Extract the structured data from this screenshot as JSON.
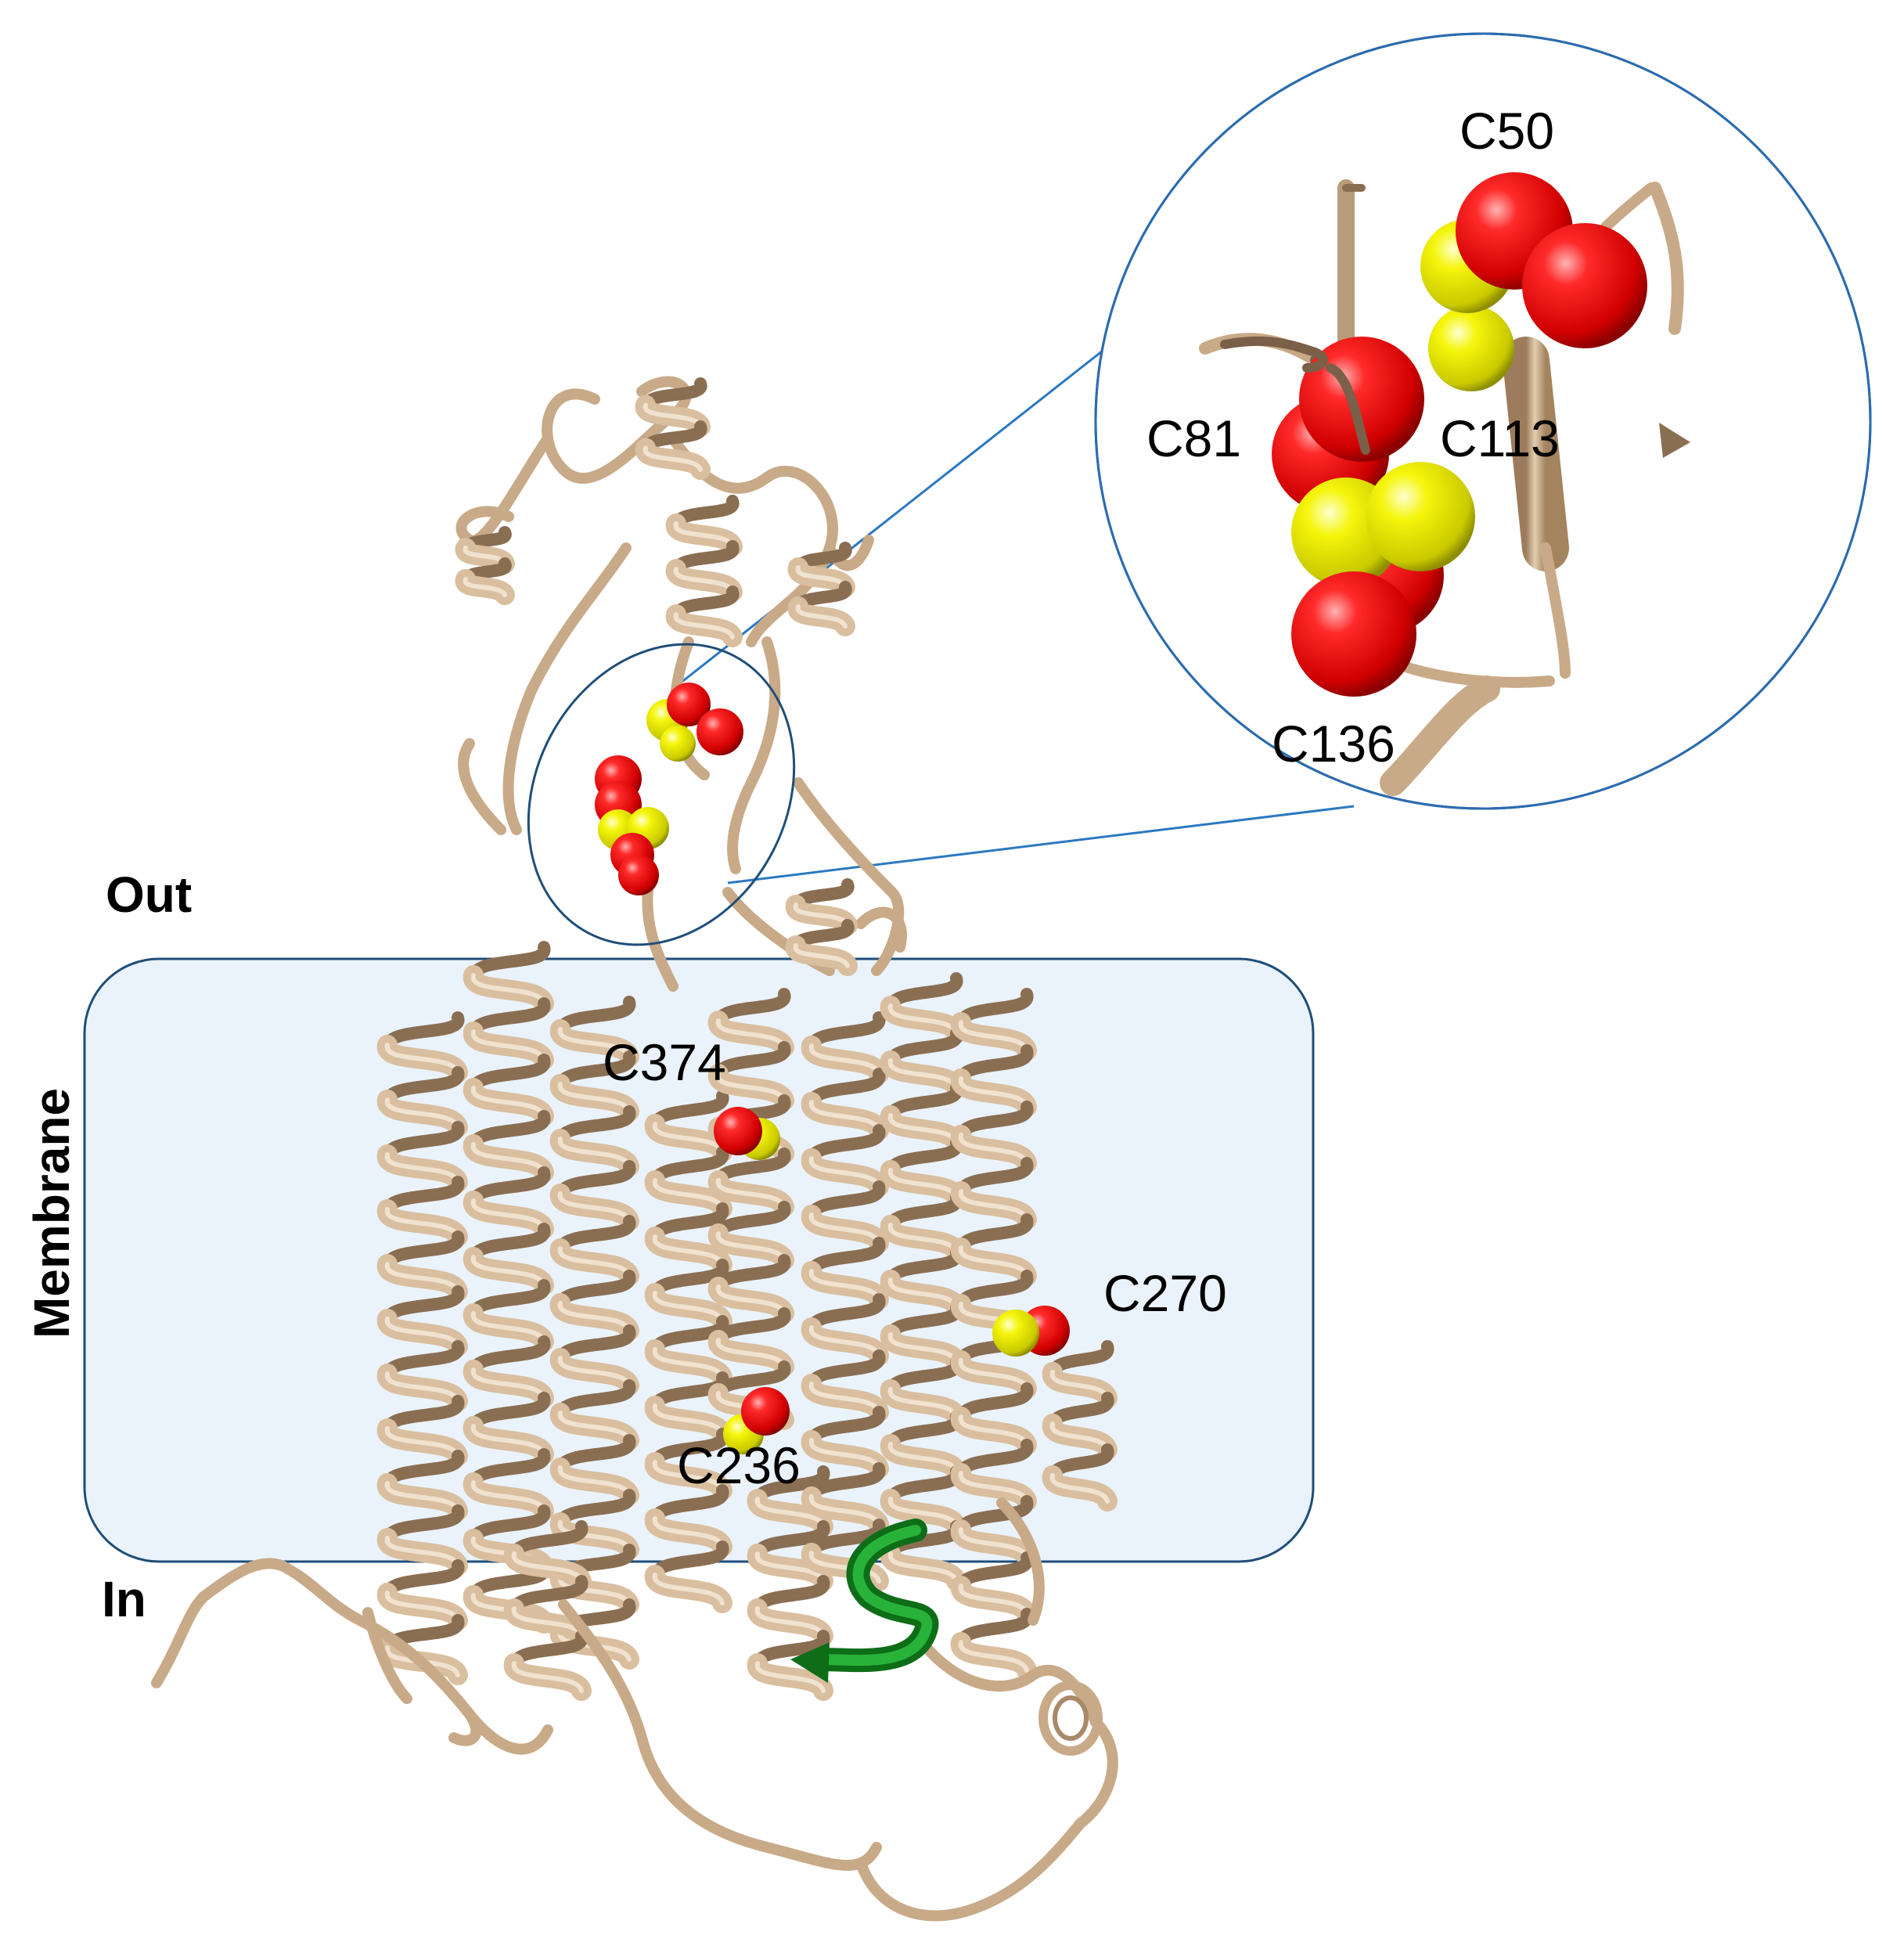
{
  "regions": {
    "outside": "Out",
    "membrane": "Membrane",
    "inside": "In"
  },
  "residues": {
    "c374": "C374",
    "c270": "C270",
    "c236": "C236"
  },
  "inset_residues": {
    "c50": "C50",
    "c81": "C81",
    "c113": "C113",
    "c136": "C136"
  },
  "colors": {
    "membrane_fill": "#eaf3fc",
    "outline": "#2b6cb0",
    "ribbon": "#c8aa88",
    "ribbon_dark": "#8a6e52",
    "sulfur": "#f2f20a",
    "oxygen": "#e60000",
    "motif_helix": "#148a1e"
  }
}
